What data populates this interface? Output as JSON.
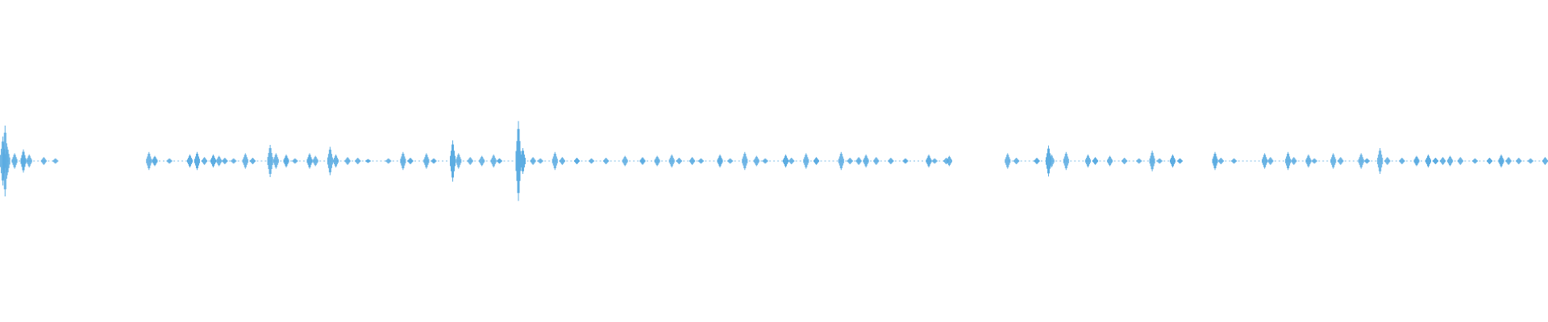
{
  "waveform": {
    "color": "#5dade2",
    "background": "#ffffff",
    "peaks": [
      {
        "t": 0.2,
        "a": 0.38
      },
      {
        "t": 0.35,
        "a": 0.55
      },
      {
        "t": 0.5,
        "a": 0.22
      },
      {
        "t": 1.0,
        "a": 0.12
      },
      {
        "t": 1.6,
        "a": 0.18
      },
      {
        "t": 2.0,
        "a": 0.1
      },
      {
        "t": 3.0,
        "a": 0.06
      },
      {
        "t": 3.8,
        "a": 0.04
      },
      {
        "t": 10.2,
        "a": 0.14
      },
      {
        "t": 10.6,
        "a": 0.08
      },
      {
        "t": 11.6,
        "a": 0.04
      },
      {
        "t": 13.0,
        "a": 0.1
      },
      {
        "t": 13.5,
        "a": 0.14
      },
      {
        "t": 14.0,
        "a": 0.06
      },
      {
        "t": 14.6,
        "a": 0.1
      },
      {
        "t": 15.0,
        "a": 0.08
      },
      {
        "t": 15.4,
        "a": 0.05
      },
      {
        "t": 16.0,
        "a": 0.04
      },
      {
        "t": 16.8,
        "a": 0.12
      },
      {
        "t": 17.3,
        "a": 0.05
      },
      {
        "t": 18.5,
        "a": 0.25
      },
      {
        "t": 18.9,
        "a": 0.12
      },
      {
        "t": 19.6,
        "a": 0.1
      },
      {
        "t": 20.2,
        "a": 0.04
      },
      {
        "t": 21.2,
        "a": 0.12
      },
      {
        "t": 21.6,
        "a": 0.08
      },
      {
        "t": 22.6,
        "a": 0.22
      },
      {
        "t": 23.0,
        "a": 0.1
      },
      {
        "t": 23.8,
        "a": 0.06
      },
      {
        "t": 24.5,
        "a": 0.05
      },
      {
        "t": 25.2,
        "a": 0.03
      },
      {
        "t": 26.6,
        "a": 0.04
      },
      {
        "t": 27.6,
        "a": 0.14
      },
      {
        "t": 28.1,
        "a": 0.05
      },
      {
        "t": 29.2,
        "a": 0.12
      },
      {
        "t": 29.7,
        "a": 0.04
      },
      {
        "t": 31.0,
        "a": 0.32
      },
      {
        "t": 31.4,
        "a": 0.12
      },
      {
        "t": 32.2,
        "a": 0.06
      },
      {
        "t": 33.0,
        "a": 0.08
      },
      {
        "t": 33.8,
        "a": 0.1
      },
      {
        "t": 34.2,
        "a": 0.04
      },
      {
        "t": 35.5,
        "a": 0.62
      },
      {
        "t": 35.8,
        "a": 0.2
      },
      {
        "t": 36.5,
        "a": 0.06
      },
      {
        "t": 37.0,
        "a": 0.04
      },
      {
        "t": 38.0,
        "a": 0.14
      },
      {
        "t": 38.5,
        "a": 0.06
      },
      {
        "t": 39.5,
        "a": 0.05
      },
      {
        "t": 40.5,
        "a": 0.04
      },
      {
        "t": 41.5,
        "a": 0.05
      },
      {
        "t": 42.8,
        "a": 0.08
      },
      {
        "t": 44.0,
        "a": 0.06
      },
      {
        "t": 45.0,
        "a": 0.08
      },
      {
        "t": 46.0,
        "a": 0.1
      },
      {
        "t": 46.5,
        "a": 0.05
      },
      {
        "t": 47.4,
        "a": 0.06
      },
      {
        "t": 48.0,
        "a": 0.04
      },
      {
        "t": 49.3,
        "a": 0.1
      },
      {
        "t": 50.0,
        "a": 0.04
      },
      {
        "t": 51.0,
        "a": 0.14
      },
      {
        "t": 51.8,
        "a": 0.08
      },
      {
        "t": 52.4,
        "a": 0.04
      },
      {
        "t": 53.8,
        "a": 0.1
      },
      {
        "t": 54.2,
        "a": 0.05
      },
      {
        "t": 55.2,
        "a": 0.12
      },
      {
        "t": 55.9,
        "a": 0.06
      },
      {
        "t": 57.6,
        "a": 0.14
      },
      {
        "t": 58.2,
        "a": 0.05
      },
      {
        "t": 58.8,
        "a": 0.06
      },
      {
        "t": 59.3,
        "a": 0.1
      },
      {
        "t": 60.0,
        "a": 0.06
      },
      {
        "t": 61.0,
        "a": 0.05
      },
      {
        "t": 62.0,
        "a": 0.04
      },
      {
        "t": 63.6,
        "a": 0.1
      },
      {
        "t": 64.0,
        "a": 0.04
      },
      {
        "t": 64.8,
        "a": 0.05
      },
      {
        "t": 65.0,
        "a": 0.08
      },
      {
        "t": 69.0,
        "a": 0.12
      },
      {
        "t": 69.6,
        "a": 0.05
      },
      {
        "t": 71.0,
        "a": 0.05
      },
      {
        "t": 71.8,
        "a": 0.24
      },
      {
        "t": 72.0,
        "a": 0.1
      },
      {
        "t": 73.0,
        "a": 0.14
      },
      {
        "t": 74.5,
        "a": 0.1
      },
      {
        "t": 75.0,
        "a": 0.06
      },
      {
        "t": 76.0,
        "a": 0.08
      },
      {
        "t": 77.0,
        "a": 0.05
      },
      {
        "t": 78.0,
        "a": 0.04
      },
      {
        "t": 78.9,
        "a": 0.16
      },
      {
        "t": 79.4,
        "a": 0.04
      },
      {
        "t": 80.3,
        "a": 0.1
      },
      {
        "t": 80.8,
        "a": 0.04
      },
      {
        "t": 83.2,
        "a": 0.14
      },
      {
        "t": 83.6,
        "a": 0.05
      },
      {
        "t": 84.5,
        "a": 0.04
      },
      {
        "t": 86.6,
        "a": 0.12
      },
      {
        "t": 87.0,
        "a": 0.06
      },
      {
        "t": 88.2,
        "a": 0.14
      },
      {
        "t": 88.6,
        "a": 0.06
      },
      {
        "t": 89.6,
        "a": 0.1
      },
      {
        "t": 90.0,
        "a": 0.04
      },
      {
        "t": 91.3,
        "a": 0.12
      },
      {
        "t": 91.8,
        "a": 0.06
      },
      {
        "t": 93.2,
        "a": 0.12
      },
      {
        "t": 93.6,
        "a": 0.04
      },
      {
        "t": 94.5,
        "a": 0.2
      },
      {
        "t": 95.0,
        "a": 0.06
      },
      {
        "t": 96.0,
        "a": 0.05
      },
      {
        "t": 97.0,
        "a": 0.08
      },
      {
        "t": 97.8,
        "a": 0.1
      },
      {
        "t": 98.3,
        "a": 0.05
      },
      {
        "t": 98.8,
        "a": 0.06
      },
      {
        "t": 99.3,
        "a": 0.08
      },
      {
        "t": 100.0,
        "a": 0.06
      },
      {
        "t": 101.0,
        "a": 0.04
      },
      {
        "t": 102.0,
        "a": 0.05
      },
      {
        "t": 102.8,
        "a": 0.1
      },
      {
        "t": 103.3,
        "a": 0.06
      },
      {
        "t": 104.0,
        "a": 0.05
      },
      {
        "t": 104.8,
        "a": 0.04
      },
      {
        "t": 105.8,
        "a": 0.06
      }
    ]
  }
}
